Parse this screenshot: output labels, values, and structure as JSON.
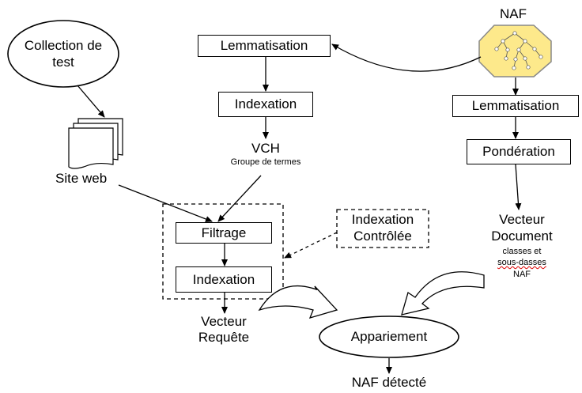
{
  "nodes": {
    "collection": "Collection de test",
    "site_web": "Site web",
    "naf": "NAF",
    "lemmatisation_left": "Lemmatisation",
    "indexation_top": "Indexation",
    "vch": "VCH",
    "vch_sub": "Groupe de termes",
    "lemmatisation_right": "Lemmatisation",
    "ponderation": "Pondération",
    "vecteur_document_1": "Vecteur",
    "vecteur_document_2": "Document",
    "vd_sub_1": "classes et",
    "vd_sub_2": "sous-dasses",
    "vd_sub_3": "NAF",
    "filtrage": "Filtrage",
    "indexation_bottom": "Indexation",
    "indexation_controlee_1": "Indexation",
    "indexation_controlee_2": "Contrôlée",
    "vecteur_requete_1": "Vecteur",
    "vecteur_requete_2": "Requête",
    "appariement": "Appariement",
    "naf_detecte": "NAF détecté"
  },
  "colors": {
    "naf_fill": "#FDE98B",
    "line": "#000000",
    "background": "#FFFFFF"
  },
  "icons": [
    "naf-tree-icon",
    "documents-stack-icon"
  ]
}
